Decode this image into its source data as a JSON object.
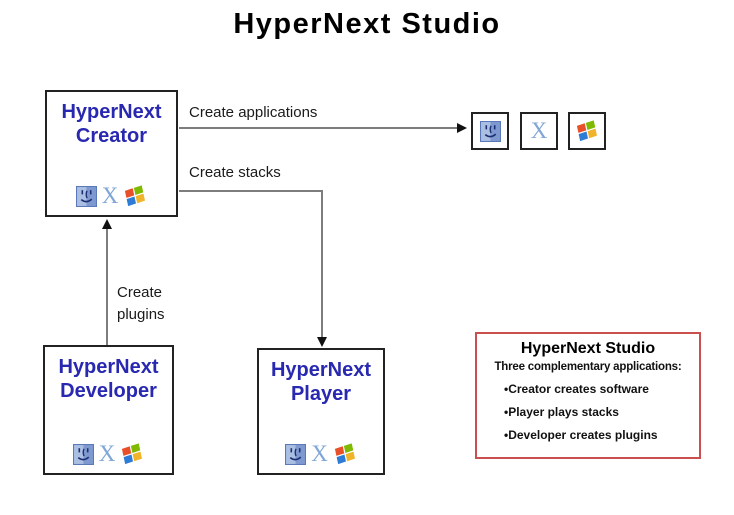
{
  "title": "HyperNext Studio",
  "boxes": {
    "creator": {
      "line1": "HyperNext",
      "line2": "Creator"
    },
    "developer": {
      "line1": "HyperNext",
      "line2": "Developer"
    },
    "player": {
      "line1": "HyperNext",
      "line2": "Player"
    }
  },
  "arrows": {
    "create_applications": "Create applications",
    "create_stacks": "Create stacks",
    "create_plugins_line1": "Create",
    "create_plugins_line2": "plugins"
  },
  "platform_icons": {
    "mac": "mac-classic-icon",
    "osx": "mac-os-x-icon",
    "windows": "windows-icon"
  },
  "info_box": {
    "title": "HyperNext Studio",
    "subtitle": "Three complementary applications:",
    "bullet_char": "•",
    "bullets": [
      "Creator creates software",
      "Player plays stacks",
      "Developer creates plugins"
    ]
  },
  "colors": {
    "box_text_blue": "#2828b0",
    "arrow_gray": "#7d7d7d",
    "info_border_red": "#c9504e"
  }
}
